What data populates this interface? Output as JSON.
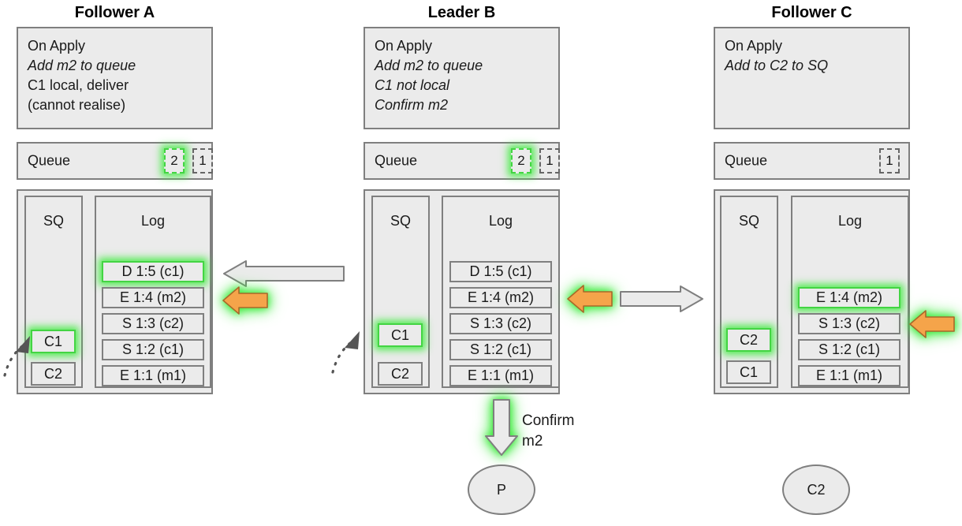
{
  "diagram": {
    "title_hidden": "Raft log replication with message queue confirmation",
    "colors": {
      "panel_fill": "#ebebeb",
      "panel_border": "#7f7f7f",
      "glow_green": "#3ceb3c",
      "arrow_orange": "#f2a councils",
      "arrow_orange_fill": "#f5a44a",
      "arrow_gray_fill": "#ebebeb"
    }
  },
  "nodes": [
    {
      "id": "follower-a",
      "title": "Follower A",
      "onapply": {
        "lines": [
          {
            "text": "On Apply",
            "italic": false
          },
          {
            "text": "Add m2 to queue",
            "italic": true
          },
          {
            "text": "C1 local, deliver",
            "italic": false
          },
          {
            "text": "(cannot realise)",
            "italic": false
          }
        ]
      },
      "queue": {
        "label": "Queue",
        "items": [
          {
            "value": "2",
            "highlight": true
          },
          {
            "value": "1",
            "highlight": false
          }
        ]
      },
      "sq": {
        "header": "SQ",
        "items": [
          {
            "value": "C1",
            "highlight": true
          },
          {
            "value": "C2",
            "highlight": false
          }
        ]
      },
      "log": {
        "header": "Log",
        "entries": [
          {
            "value": "D 1:5 (c1)",
            "highlight": true
          },
          {
            "value": "E 1:4 (m2)",
            "highlight": false
          },
          {
            "value": "S 1:3 (c2)",
            "highlight": false
          },
          {
            "value": "S 1:2 (c1)",
            "highlight": false
          },
          {
            "value": "E 1:1 (m1)",
            "highlight": false
          }
        ]
      }
    },
    {
      "id": "leader-b",
      "title": "Leader B",
      "onapply": {
        "lines": [
          {
            "text": "On Apply",
            "italic": false
          },
          {
            "text": "Add m2 to queue",
            "italic": true
          },
          {
            "text": "C1 not local",
            "italic": true
          },
          {
            "text": "Confirm m2",
            "italic": true
          }
        ]
      },
      "queue": {
        "label": "Queue",
        "items": [
          {
            "value": "2",
            "highlight": true
          },
          {
            "value": "1",
            "highlight": false
          }
        ]
      },
      "sq": {
        "header": "SQ",
        "items": [
          {
            "value": "C1",
            "highlight": true
          },
          {
            "value": "C2",
            "highlight": false
          }
        ]
      },
      "log": {
        "header": "Log",
        "entries": [
          {
            "value": "D 1:5 (c1)",
            "highlight": false
          },
          {
            "value": "E 1:4 (m2)",
            "highlight": false
          },
          {
            "value": "S 1:3 (c2)",
            "highlight": false
          },
          {
            "value": "S 1:2 (c1)",
            "highlight": false
          },
          {
            "value": "E 1:1 (m1)",
            "highlight": false
          }
        ]
      }
    },
    {
      "id": "follower-c",
      "title": "Follower C",
      "onapply": {
        "lines": [
          {
            "text": "On Apply",
            "italic": false
          },
          {
            "text": "Add to C2 to SQ",
            "italic": true
          }
        ]
      },
      "queue": {
        "label": "Queue",
        "items": [
          {
            "value": "1",
            "highlight": false
          }
        ]
      },
      "sq": {
        "header": "SQ",
        "items": [
          {
            "value": "C2",
            "highlight": true
          },
          {
            "value": "C1",
            "highlight": false
          }
        ]
      },
      "log": {
        "header": "Log",
        "entries": [
          {
            "value": "E 1:4 (m2)",
            "highlight": true
          },
          {
            "value": "S 1:3 (c2)",
            "highlight": false
          },
          {
            "value": "S 1:2 (c1)",
            "highlight": false
          },
          {
            "value": "E 1:1 (m1)",
            "highlight": false
          }
        ]
      }
    }
  ],
  "arrows": {
    "replicate_left": {
      "name": "replicate-to-follower-a",
      "direction": "left",
      "color": "gray"
    },
    "replicate_right": {
      "name": "replicate-to-follower-c",
      "direction": "right",
      "color": "gray"
    },
    "apply_a": {
      "name": "apply-pointer-follower-a",
      "direction": "left",
      "color": "orange"
    },
    "apply_b": {
      "name": "apply-pointer-leader-b",
      "direction": "left",
      "color": "orange"
    },
    "apply_c": {
      "name": "apply-pointer-follower-c",
      "direction": "left",
      "color": "orange"
    },
    "confirm": {
      "name": "confirm-arrow",
      "direction": "down",
      "color": "gray",
      "label_line1": "Confirm",
      "label_line2": "m2"
    }
  },
  "circles": [
    {
      "id": "producer",
      "label": "P"
    },
    {
      "id": "consumer-c2",
      "label": "C2"
    }
  ]
}
